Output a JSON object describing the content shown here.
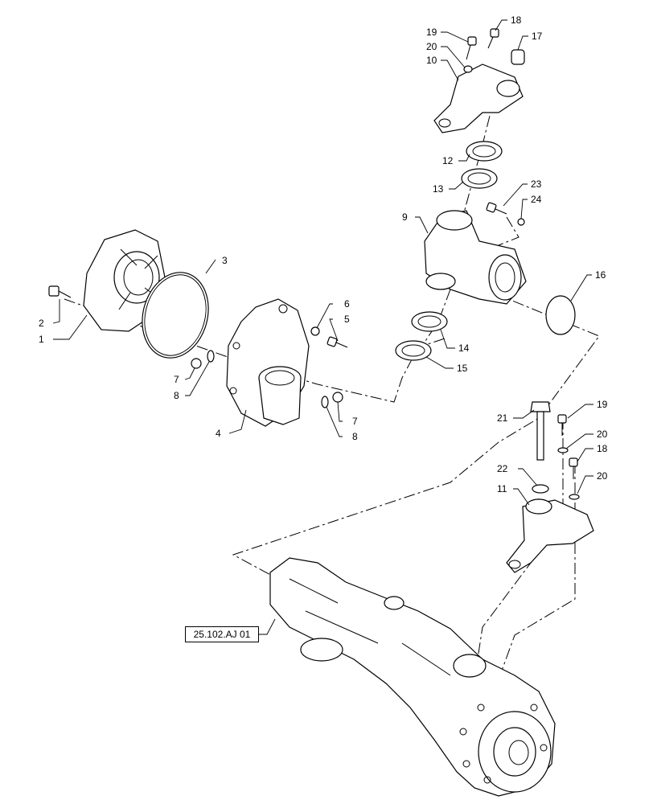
{
  "diagram": {
    "reference_link": "25.102.AJ 01",
    "callouts": {
      "c1": "1",
      "c2": "2",
      "c3": "3",
      "c4": "4",
      "c5": "5",
      "c6": "6",
      "c7a": "7",
      "c8a": "8",
      "c7b": "7",
      "c8b": "8",
      "c9": "9",
      "c10": "10",
      "c11": "11",
      "c12": "12",
      "c13": "13",
      "c14": "14",
      "c15": "15",
      "c16": "16",
      "c17": "17",
      "c18a": "18",
      "c19a": "19",
      "c20a": "20",
      "c18b": "18",
      "c19b": "19",
      "c20b": "20",
      "c20c": "20",
      "c21": "21",
      "c22": "22",
      "c23": "23",
      "c24": "24"
    }
  }
}
